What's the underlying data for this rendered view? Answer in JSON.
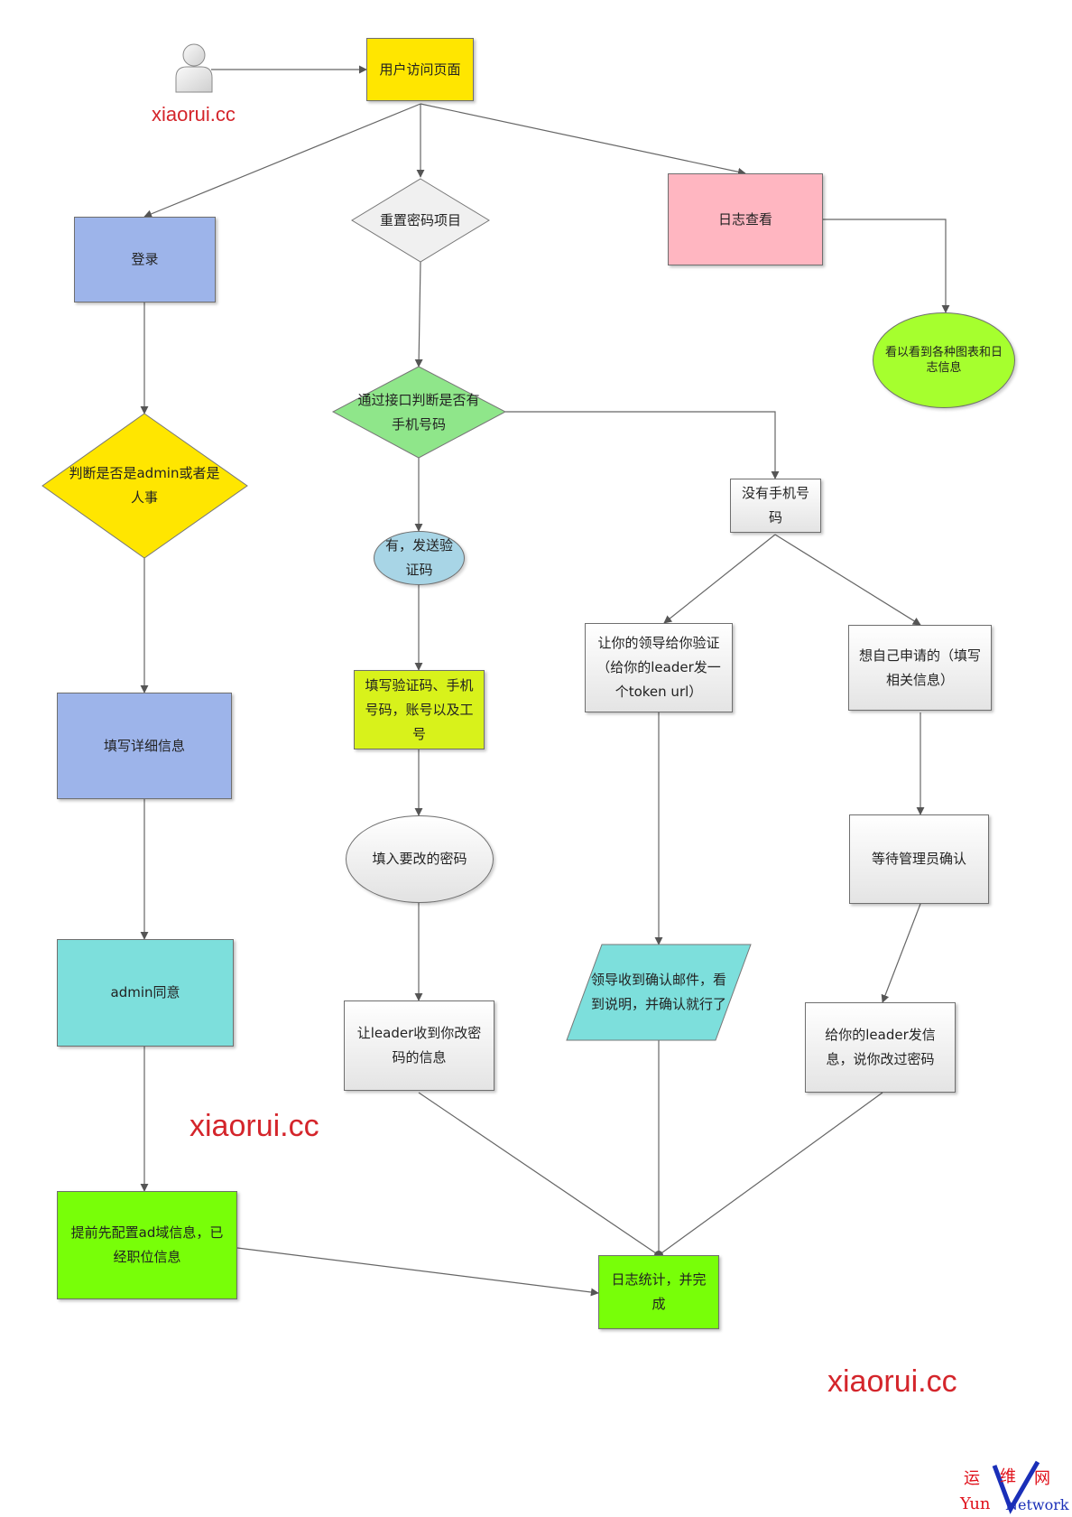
{
  "nodes": {
    "user_visit": "用户访问页面",
    "login": "登录",
    "reset_password": "重置密码项目",
    "log_view": "日志查看",
    "view_charts": "看以看到各种图表和日志信息",
    "check_admin": "判断是否是admin或者是人事",
    "check_phone": "通过接口判断是否有手机号码",
    "no_phone": "没有手机号码",
    "send_code": "有，发送验证码",
    "leader_verify": "让你的领导给你验证（给你的leader发一个token url）",
    "self_apply": "想自己申请的（填写相关信息）",
    "fill_details": "填写详细信息",
    "fill_code": "填写验证码、手机号码，账号以及工号",
    "enter_new_password": "填入要改的密码",
    "wait_admin": "等待管理员确认",
    "admin_agree": "admin同意",
    "leader_email": "领导收到确认邮件，看到说明，并确认就行了",
    "leader_notified": "让leader收到你改密码的信息",
    "send_leader_msg": "给你的leader发信息，说你改过密码",
    "preconfig_ad": "提前先配置ad域信息，已经职位信息",
    "log_stats": "日志统计，并完成"
  },
  "watermarks": {
    "top": "xiaorui.cc",
    "middle": "xiaorui.cc",
    "bottom": "xiaorui.cc"
  },
  "logo": {
    "chars": [
      "运",
      "维",
      "网"
    ],
    "yun": "Yun",
    "network": "Network"
  },
  "colors": {
    "yellow": "#ffe600",
    "blue": "#9db4ea",
    "pink": "#ffb6c1",
    "lime": "#a6ff2e",
    "green_diamond": "#8fe68a",
    "light_blue": "#a8d5e6",
    "yellow_green": "#d8f21b",
    "teal": "#7ddfdc",
    "bright_green": "#78ff08",
    "watermark_red": "#d4252b"
  }
}
